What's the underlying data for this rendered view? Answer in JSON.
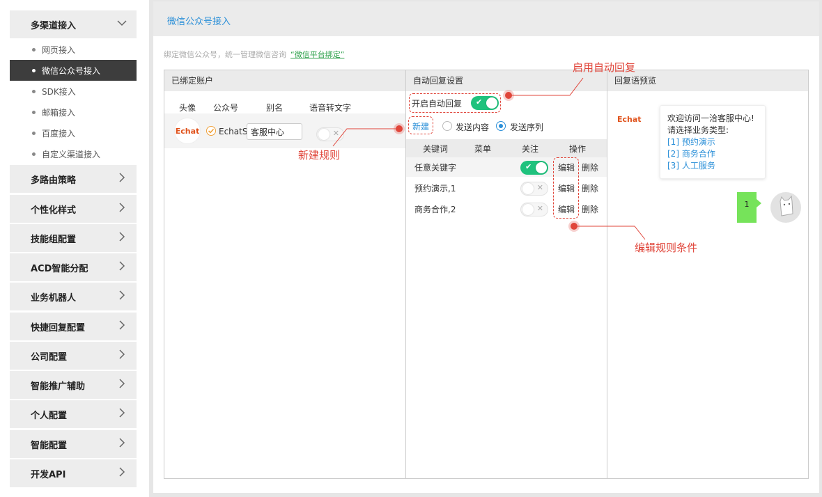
{
  "sidebar": {
    "expanded_group": "多渠道接入",
    "subitems": [
      "网页接入",
      "微信公众号接入",
      "SDK接入",
      "邮箱接入",
      "百度接入",
      "自定义渠道接入"
    ],
    "groups": [
      "多路由策略",
      "个性化样式",
      "技能组配置",
      "ACD智能分配",
      "业务机器人",
      "快捷回复配置",
      "公司配置",
      "智能推广辅助",
      "个人配置",
      "智能配置",
      "开发API"
    ]
  },
  "header": {
    "title": "微信公众号接入"
  },
  "hint": {
    "text": "绑定微信公众号，统一管理微信咨询",
    "link": "“微信平台绑定”"
  },
  "bound": {
    "title": "已绑定账户",
    "columns": [
      "头像",
      "公众号",
      "别名",
      "语音转文字"
    ],
    "row": {
      "logo": "Echat",
      "account": "EchatSe",
      "alias": "客服中心",
      "voice_on": false
    }
  },
  "auto": {
    "title": "自动回复设置",
    "enable_label": "开启自动回复",
    "enabled": true,
    "new_label": "新建",
    "radio_content": "发送内容",
    "radio_sequence": "发送序列",
    "selected_radio": "发送序列",
    "columns": [
      "关键词",
      "菜单",
      "关注",
      "操作"
    ],
    "edit_label": "编辑",
    "delete_label": "删除",
    "rules": [
      {
        "keyword": "任意关键字",
        "follow": true
      },
      {
        "keyword": "预约演示,1",
        "follow": false
      },
      {
        "keyword": "商务合作,2",
        "follow": false
      }
    ]
  },
  "preview": {
    "title": "回复语预览",
    "logo": "Echat",
    "greeting": "欢迎访问一洽客服中心!",
    "prompt": "请选择业务类型:",
    "options": [
      "[1] 预约演示",
      "[2] 商务合作",
      "[3] 人工服务"
    ],
    "user_message": "1"
  },
  "callouts": {
    "auto_reply": "启用自动回复",
    "new_rule": "新建规则",
    "edit_rule": "编辑规则条件"
  },
  "colors": {
    "accent": "#2a8fd8",
    "toggle_on": "#1fc27d",
    "callout": "#e0453a",
    "bubble": "#76e35a",
    "logo": "#e0521b"
  }
}
